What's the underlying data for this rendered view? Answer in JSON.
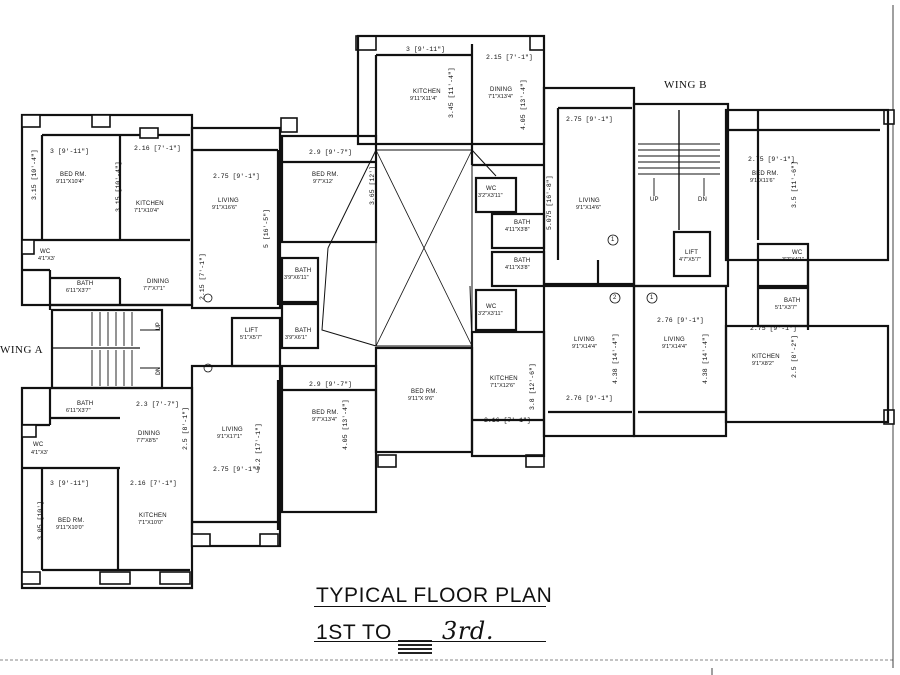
{
  "wing_a": "WING A",
  "wing_b": "WING B",
  "title": {
    "line1": "TYPICAL FLOOR PLAN",
    "line2": "1ST TO",
    "handwritten": "3rd."
  },
  "rooms": {
    "a_bed1": {
      "name": "BED RM.",
      "size": "9'11\"X10'4\""
    },
    "a_kitchen1": {
      "name": "KITCHEN",
      "size": "7'1\"X10'4\""
    },
    "a_living1": {
      "name": "LIVING",
      "size": "9'1\"X16'6\""
    },
    "a_wc1": {
      "name": "WC",
      "size": "4'1\"X3'"
    },
    "a_bath1": {
      "name": "BATH",
      "size": "6'11\"X3'7\""
    },
    "a_dining1": {
      "name": "DINING",
      "size": "7'7\"X7'1\""
    },
    "a_lift": {
      "name": "LIFT",
      "size": "5'1\"X5'7\""
    },
    "a_bath2": {
      "name": "BATH",
      "size": "6'11\"X3'7\""
    },
    "a_dining2": {
      "name": "DINING",
      "size": "7'7\"X8'5\""
    },
    "a_living2": {
      "name": "LIVING",
      "size": "9'1\"X17'1\""
    },
    "a_wc2": {
      "name": "WC",
      "size": "4'1\"X3'"
    },
    "a_bed2": {
      "name": "BED RM.",
      "size": "9'11\"X10'0\""
    },
    "a_kitchen2": {
      "name": "KITCHEN",
      "size": "7'1\"X10'0\""
    },
    "c_bed1": {
      "name": "BED RM.",
      "size": "9'7\"X12'"
    },
    "c_bath1": {
      "name": "BATH",
      "size": "3'9\"X6'11\""
    },
    "c_bath2": {
      "name": "BATH",
      "size": "3'9\"X6'1\""
    },
    "c_bed2": {
      "name": "BED RM.",
      "size": "9'7\"X13'4\""
    },
    "c_kitchen1": {
      "name": "KITCHEN",
      "size": "9'11\"X11'4\""
    },
    "c_dining1": {
      "name": "DINING",
      "size": "7'1\"X13'4\""
    },
    "c_wc1": {
      "name": "WC",
      "size": "3'2\"X3'11\""
    },
    "c_bath3": {
      "name": "BATH",
      "size": "4'11\"X3'8\""
    },
    "c_bath4": {
      "name": "BATH",
      "size": "4'11\"X3'8\""
    },
    "c_wc2": {
      "name": "WC",
      "size": "3'2\"X3'11\""
    },
    "c_bed3": {
      "name": "BED RM.",
      "size": "9'11\"X 9'6\""
    },
    "c_kitchen2": {
      "name": "KITCHEN",
      "size": "7'1\"X12'6\""
    },
    "b_living1": {
      "name": "LIVING",
      "size": "9'1\"X14'6\""
    },
    "b_living2": {
      "name": "LIVING",
      "size": "9'1\"X14'4\""
    },
    "b_living3": {
      "name": "LIVING",
      "size": "9'1\"X14'4\""
    },
    "b_bed1": {
      "name": "BED RM.",
      "size": "9'1\"X11'6\""
    },
    "b_wc": {
      "name": "WC",
      "size": "3'2\"X4'1\""
    },
    "b_bath": {
      "name": "BATH",
      "size": "5'1\"X3'7\""
    },
    "b_lift": {
      "name": "LIFT",
      "size": "4'7\"X5'7\""
    },
    "b_kitchen": {
      "name": "KITCHEN",
      "size": "9'1\"X8'2\""
    }
  },
  "stair_labels": {
    "up_a": "UP",
    "dn_a": "DN",
    "up_b": "UP",
    "dn_b": "DN"
  },
  "dims": {
    "a1": "3 [9'-11\"]",
    "a2": "2.16 [7'-1\"]",
    "a3": "2.75 [9'-1\"]",
    "a4": "2.3 [7'-7\"]",
    "a5": "2.75 [9'-1\"]",
    "a6": "3 [9'-11\"]",
    "a7": "2.16 [7'-1\"]",
    "c1": "2.9 [9'-7\"]",
    "c2": "2.9 [9'-7\"]",
    "c3": "3 [9'-11\"]",
    "c4": "2.15 [7'-1\"]",
    "c5": "2.16 [7'-1\"]",
    "b1": "2.75 [9'-1\"]",
    "b2": "2.76 [9'-1\"]",
    "b3": "2.76 [9'-1\"]",
    "b4": "2.75 [9'-1\"]",
    "b5": "2.75 [9'-1\"]",
    "v1": "3.15 [10'-4\"]",
    "v2": "3.15 [10'-4\"]",
    "v3": "5 [16'-5\"]",
    "v4": "2.15 [7'-1\"]",
    "v5": "2.5 [8'-1\"]",
    "v6": "5.2 [17'-1\"]",
    "v7": "3.05 [10']",
    "v8": "3.65 [12']",
    "v9": "4.05 [13'-4\"]",
    "v10": "3.45 [11'-4\"]",
    "v11": "4.05 [13'-4\"]",
    "v12": "5.075 [16'-8\"]",
    "v13": "3.8 [12'-6\"]",
    "v14": "4.38 [14'-4\"]",
    "v15": "4.38 [14'-4\"]",
    "v16": "3.5 [11'-6\"]",
    "v17": "2.5 [8'-2\"]"
  },
  "markers": {
    "m1": "1",
    "m2": "2",
    "m3": "1"
  }
}
